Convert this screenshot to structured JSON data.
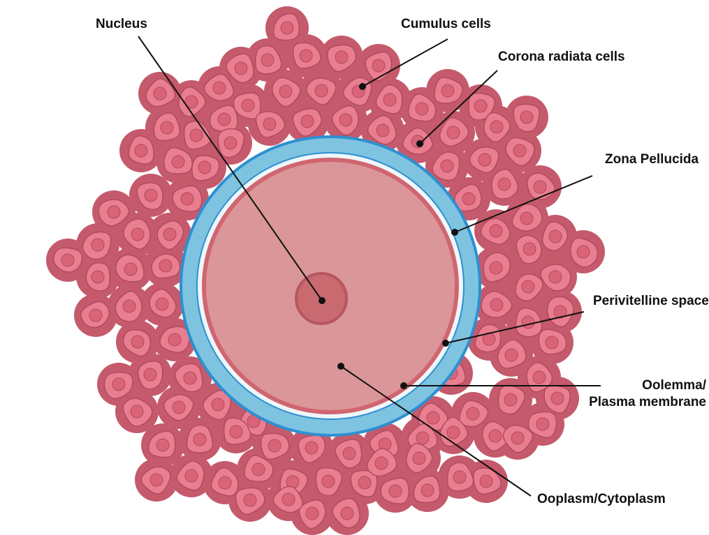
{
  "colors": {
    "cell_fill": "#e87e90",
    "cell_stroke": "#b24a5e",
    "cell_nucleus": "#d96478",
    "interstitial": "#c45a6c",
    "zona_pellucida": "#7ec3e0",
    "zona_edge": "#2e8fd0",
    "perivitelline_space": "#eef6fa",
    "oolemma": "#d06570",
    "ooplasm": "#da9698",
    "nucleus_fill": "#c86a70",
    "nucleus_stroke": "#b75660",
    "leader_line": "#111111"
  },
  "labels": {
    "nucleus": "Nucleus",
    "cumulus": "Cumulus cells",
    "corona": "Corona radiata cells",
    "zona": "Zona Pellucida",
    "perivitelline": "Perivitelline space",
    "oolemma_line1": "Oolemma/",
    "oolemma_line2": "Plasma membrane",
    "ooplasm": "Ooplasm/Cytoplasm"
  }
}
